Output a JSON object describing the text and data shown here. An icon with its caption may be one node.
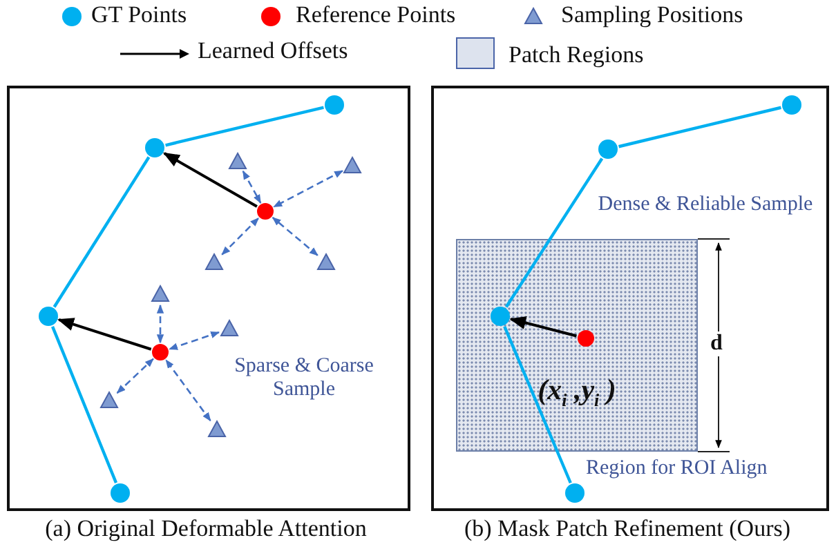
{
  "diagram": {
    "nodes": [
      {
        "text": [],
        "shape": "box",
        "beside": [
          "(a) Original Deformable Attention"
        ]
      },
      {
        "text": [],
        "shape": "circle",
        "in": 0
      },
      {
        "text": [],
        "shape": "circle",
        "in": 0
      },
      {
        "text": [],
        "shape": "circle",
        "in": 0
      },
      {
        "text": [],
        "shape": "circle",
        "in": 0
      },
      {
        "text": [],
        "shape": "circle",
        "in": 0
      },
      {
        "text": [],
        "shape": "circle",
        "in": 0
      },
      {
        "text": [],
        "shape": "triangle",
        "in": 0
      },
      {
        "text": [],
        "shape": "triangle",
        "in": 0
      },
      {
        "text": [],
        "shape": "triangle",
        "in": 0
      },
      {
        "text": [],
        "shape": "triangle",
        "in": 0
      },
      {
        "text": [],
        "shape": "triangle",
        "in": 0
      },
      {
        "text": [],
        "shape": "triangle",
        "in": 0
      },
      {
        "text": [],
        "shape": "triangle",
        "in": 0
      },
      {
        "text": [],
        "shape": "triangle",
        "in": 0
      },
      {
        "text": [],
        "shape": "box",
        "beside": [
          "(b) Mask Patch Refinement (Ours)"
        ]
      },
      {
        "text": [],
        "shape": "circle",
        "in": 15
      },
      {
        "text": [],
        "shape": "circle",
        "in": 15
      },
      {
        "text": [
          "(x$_{i}$ ,y$_{i}$ )"
        ],
        "in": 15,
        "beside": [
          "Region for ROI Align"
        ]
      },
      {
        "text": [],
        "shape": "circle",
        "in": 18
      },
      {
        "text": [],
        "shape": "circle",
        "in": 18
      },
      {
        "text": [],
        "shape": "circle",
        "in": 15
      }
    ],
    "edges": [
      {
        "from": 1,
        "to": 2,
        "arrow": "none",
        "color": "#00b0f0"
      },
      {
        "from": 2,
        "to": 3,
        "arrow": "none",
        "color": "#00b0f0"
      },
      {
        "from": 3,
        "to": 4,
        "arrow": "none",
        "color": "#00b0f0"
      },
      {
        "from": 5,
        "to": 2,
        "arrow": "to",
        "color": "#000000"
      },
      {
        "from": 6,
        "to": 3,
        "arrow": "to",
        "color": "#000000"
      },
      {
        "from": 7,
        "to": 5,
        "arrow": "both",
        "style": "dashed"
      },
      {
        "from": 8,
        "to": 5,
        "arrow": "both",
        "style": "dashed"
      },
      {
        "from": 9,
        "to": 5,
        "arrow": "both",
        "style": "dashed"
      },
      {
        "from": 10,
        "to": 5,
        "arrow": "both",
        "style": "dashed"
      },
      {
        "from": 11,
        "to": 6,
        "arrow": "both",
        "style": "dashed"
      },
      {
        "from": 12,
        "to": 6,
        "arrow": "both",
        "style": "dashed"
      },
      {
        "from": 13,
        "to": 6,
        "arrow": "both",
        "style": "dashed"
      },
      {
        "from": 14,
        "to": 6,
        "arrow": "both",
        "style": "dashed"
      },
      {
        "from": 16,
        "to": 17,
        "arrow": "none",
        "color": "#00b0f0"
      },
      {
        "from": 17,
        "to": 19,
        "arrow": "none",
        "color": "#00b0f0"
      },
      {
        "from": 19,
        "to": 21,
        "arrow": "none",
        "color": "#00b0f0"
      },
      {
        "from": 20,
        "to": 19,
        "arrow": "to",
        "color": "#000000"
      }
    ],
    "labels": [
      "Sparse & Coarse Sample",
      "Dense & Reliable Sample",
      "d"
    ],
    "legend": [
      {
        "text": "GT Points",
        "color": "#00b0f0"
      },
      {
        "text": "Reference Points",
        "color": "#ff0000"
      },
      {
        "text": "Sampling Positions",
        "color": "#7f9bd1"
      },
      {
        "text": "Learned Offsets"
      },
      {
        "text": "Patch Regions",
        "color": "#dde3ee"
      }
    ]
  }
}
